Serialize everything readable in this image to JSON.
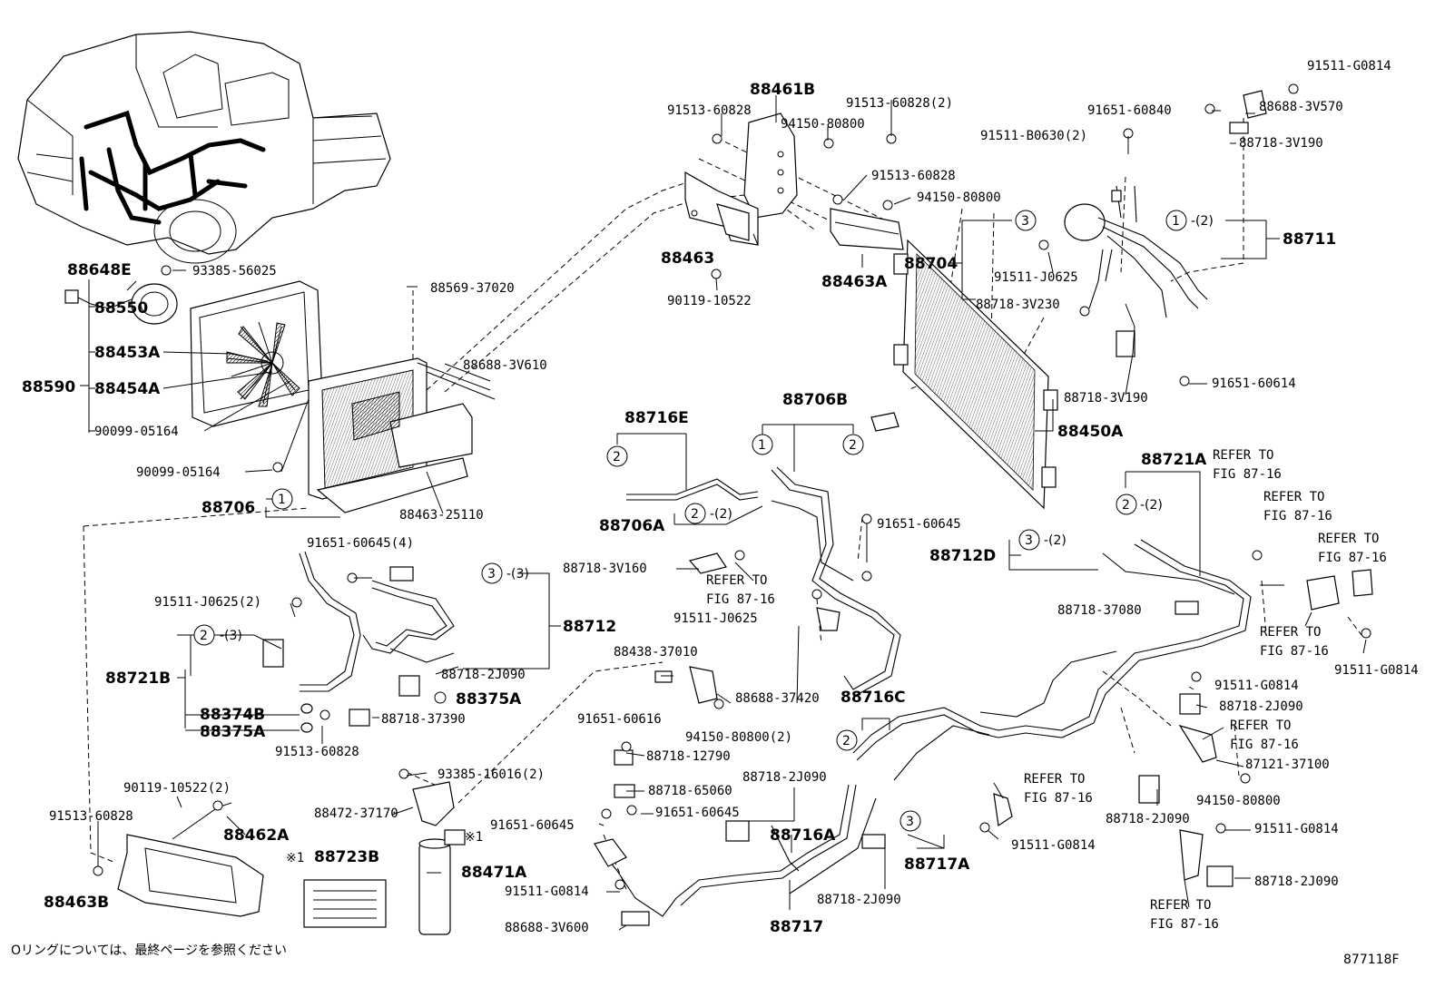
{
  "footer": {
    "note": "Oリングについては、最終ページを参照ください",
    "fig_id": "877118F"
  },
  "labels": [
    {
      "id": "l1",
      "text": "91511-G0814"
    },
    {
      "id": "l2",
      "text": "88688-3V570"
    },
    {
      "id": "l3",
      "text": "91651-60840"
    },
    {
      "id": "l4",
      "text": "88718-3V190"
    },
    {
      "id": "l5",
      "text": "91511-B0630(2)"
    },
    {
      "id": "l6",
      "text": "88461B"
    },
    {
      "id": "l7",
      "text": "91513-60828(2)"
    },
    {
      "id": "l8",
      "text": "91513-60828"
    },
    {
      "id": "l9",
      "text": "94150-80800"
    },
    {
      "id": "l10",
      "text": "91513-60828"
    },
    {
      "id": "l11",
      "text": "94150-80800"
    },
    {
      "id": "l12",
      "text": "88711"
    },
    {
      "id": "l13",
      "text": "88704"
    },
    {
      "id": "l14",
      "text": "91511-J0625"
    },
    {
      "id": "l15",
      "text": "88463"
    },
    {
      "id": "l16",
      "text": "88463A"
    },
    {
      "id": "l17",
      "text": "90119-10522"
    },
    {
      "id": "l18",
      "text": "88718-3V230"
    },
    {
      "id": "l19",
      "text": "91651-60614"
    },
    {
      "id": "l20",
      "text": "88718-3V190"
    },
    {
      "id": "l21",
      "text": "88450A"
    },
    {
      "id": "l22",
      "text": "88648E"
    },
    {
      "id": "l23",
      "text": "93385-56025"
    },
    {
      "id": "l24",
      "text": "88550"
    },
    {
      "id": "l25",
      "text": "88569-37020"
    },
    {
      "id": "l26",
      "text": "88453A"
    },
    {
      "id": "l27",
      "text": "88590"
    },
    {
      "id": "l28",
      "text": "88454A"
    },
    {
      "id": "l29",
      "text": "88688-3V610"
    },
    {
      "id": "l30",
      "text": "90099-05164"
    },
    {
      "id": "l31",
      "text": "90099-05164"
    },
    {
      "id": "l32",
      "text": "88706"
    },
    {
      "id": "l33",
      "text": "88463-25110"
    },
    {
      "id": "l34",
      "text": "88716E"
    },
    {
      "id": "l35",
      "text": "88706B"
    },
    {
      "id": "l36",
      "text": "88706A"
    },
    {
      "id": "l37",
      "text": "91651-60645"
    },
    {
      "id": "l38",
      "text": "88721A"
    },
    {
      "id": "l39",
      "text": "REFER TO"
    },
    {
      "id": "l40",
      "text": "FIG 87-16"
    },
    {
      "id": "l41",
      "text": "REFER TO"
    },
    {
      "id": "l42",
      "text": "FIG 87-16"
    },
    {
      "id": "l43",
      "text": "REFER TO"
    },
    {
      "id": "l44",
      "text": "FIG 87-16"
    },
    {
      "id": "l45",
      "text": "88712D"
    },
    {
      "id": "l46",
      "text": "91651-60645(4)"
    },
    {
      "id": "l47",
      "text": "88718-3V160"
    },
    {
      "id": "l48",
      "text": "REFER TO"
    },
    {
      "id": "l49",
      "text": "FIG 87-16"
    },
    {
      "id": "l50",
      "text": "91511-J0625(2)"
    },
    {
      "id": "l51",
      "text": "88712"
    },
    {
      "id": "l52",
      "text": "91511-J0625"
    },
    {
      "id": "l53",
      "text": "88718-37080"
    },
    {
      "id": "l54",
      "text": "REFER TO"
    },
    {
      "id": "l55",
      "text": "FIG 87-16"
    },
    {
      "id": "l56",
      "text": "91511-G0814"
    },
    {
      "id": "l57",
      "text": "88721B"
    },
    {
      "id": "l58",
      "text": "88718-2J090"
    },
    {
      "id": "l59",
      "text": "88374B"
    },
    {
      "id": "l60",
      "text": "88375A"
    },
    {
      "id": "l61",
      "text": "88375A"
    },
    {
      "id": "l62",
      "text": "88718-37390"
    },
    {
      "id": "l63",
      "text": "88438-37010"
    },
    {
      "id": "l64",
      "text": "88688-37420"
    },
    {
      "id": "l65",
      "text": "88716C"
    },
    {
      "id": "l66",
      "text": "91511-G0814"
    },
    {
      "id": "l67",
      "text": "88718-2J090"
    },
    {
      "id": "l68",
      "text": "REFER TO"
    },
    {
      "id": "l69",
      "text": "FIG 87-16"
    },
    {
      "id": "l70",
      "text": "91513-60828"
    },
    {
      "id": "l71",
      "text": "91651-60616"
    },
    {
      "id": "l72",
      "text": "94150-80800(2)"
    },
    {
      "id": "l73",
      "text": "87121-37100"
    },
    {
      "id": "l74",
      "text": "88718-12790"
    },
    {
      "id": "l75",
      "text": "93385-16016(2)"
    },
    {
      "id": "l76",
      "text": "88718-2J090"
    },
    {
      "id": "l77",
      "text": "REFER TO"
    },
    {
      "id": "l78",
      "text": "FIG 87-16"
    },
    {
      "id": "l79",
      "text": "94150-80800"
    },
    {
      "id": "l80",
      "text": "90119-10522(2)"
    },
    {
      "id": "l81",
      "text": "88718-65060"
    },
    {
      "id": "l82",
      "text": "88472-37170"
    },
    {
      "id": "l83",
      "text": "91651-60645"
    },
    {
      "id": "l84",
      "text": "88718-2J090"
    },
    {
      "id": "l85",
      "text": "91513-60828"
    },
    {
      "id": "l86",
      "text": "91651-60645"
    },
    {
      "id": "l87",
      "text": "88462A"
    },
    {
      "id": "l88",
      "text": "88723B"
    },
    {
      "id": "l89",
      "text": "88716A"
    },
    {
      "id": "l90",
      "text": "88717A"
    },
    {
      "id": "l91",
      "text": "91511-G0814"
    },
    {
      "id": "l92",
      "text": "91511-G0814"
    },
    {
      "id": "l93",
      "text": "88471A"
    },
    {
      "id": "l94",
      "text": "88718-2J090"
    },
    {
      "id": "l95",
      "text": "88463B"
    },
    {
      "id": "l96",
      "text": "91511-G0814"
    },
    {
      "id": "l97",
      "text": "88718-2J090"
    },
    {
      "id": "l98",
      "text": "REFER TO"
    },
    {
      "id": "l99",
      "text": "FIG 87-16"
    },
    {
      "id": "l100",
      "text": "88688-3V600"
    },
    {
      "id": "l101",
      "text": "88717"
    },
    {
      "id": "l102",
      "text": "※1"
    },
    {
      "id": "l103",
      "text": "※1"
    }
  ],
  "callouts": [
    {
      "id": "c1",
      "num": "3",
      "qty": ""
    },
    {
      "id": "c2",
      "num": "1",
      "qty": "-(2)"
    },
    {
      "id": "c3",
      "num": "1",
      "qty": ""
    },
    {
      "id": "c4",
      "num": "2",
      "qty": ""
    },
    {
      "id": "c5",
      "num": "2",
      "qty": "-(2)"
    },
    {
      "id": "c6",
      "num": "1",
      "qty": ""
    },
    {
      "id": "c7",
      "num": "2",
      "qty": ""
    },
    {
      "id": "c8",
      "num": "2",
      "qty": "-(2)"
    },
    {
      "id": "c9",
      "num": "3",
      "qty": "-(2)"
    },
    {
      "id": "c10",
      "num": "3",
      "qty": "-(3)"
    },
    {
      "id": "c11",
      "num": "2",
      "qty": "-(3)"
    },
    {
      "id": "c12",
      "num": "2",
      "qty": ""
    },
    {
      "id": "c13",
      "num": "3",
      "qty": ""
    }
  ]
}
